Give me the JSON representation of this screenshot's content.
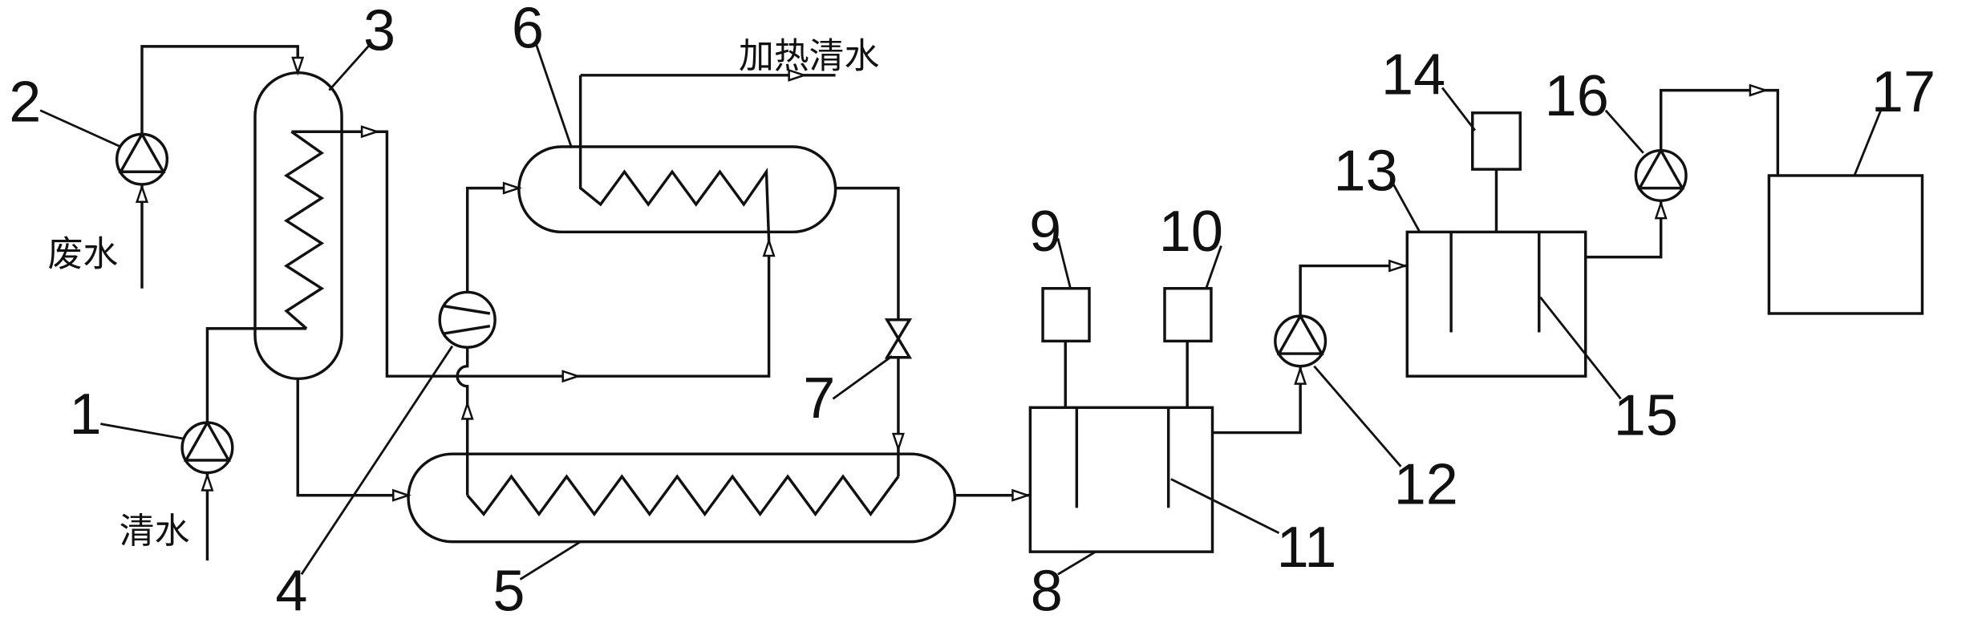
{
  "part_labels": [
    "1",
    "2",
    "3",
    "4",
    "5",
    "6",
    "7",
    "8",
    "9",
    "10",
    "11",
    "12",
    "13",
    "14",
    "15",
    "16",
    "17"
  ],
  "streams": {
    "waste_water": "废水",
    "clean_water": "清水",
    "heated_water": "加热清水"
  }
}
